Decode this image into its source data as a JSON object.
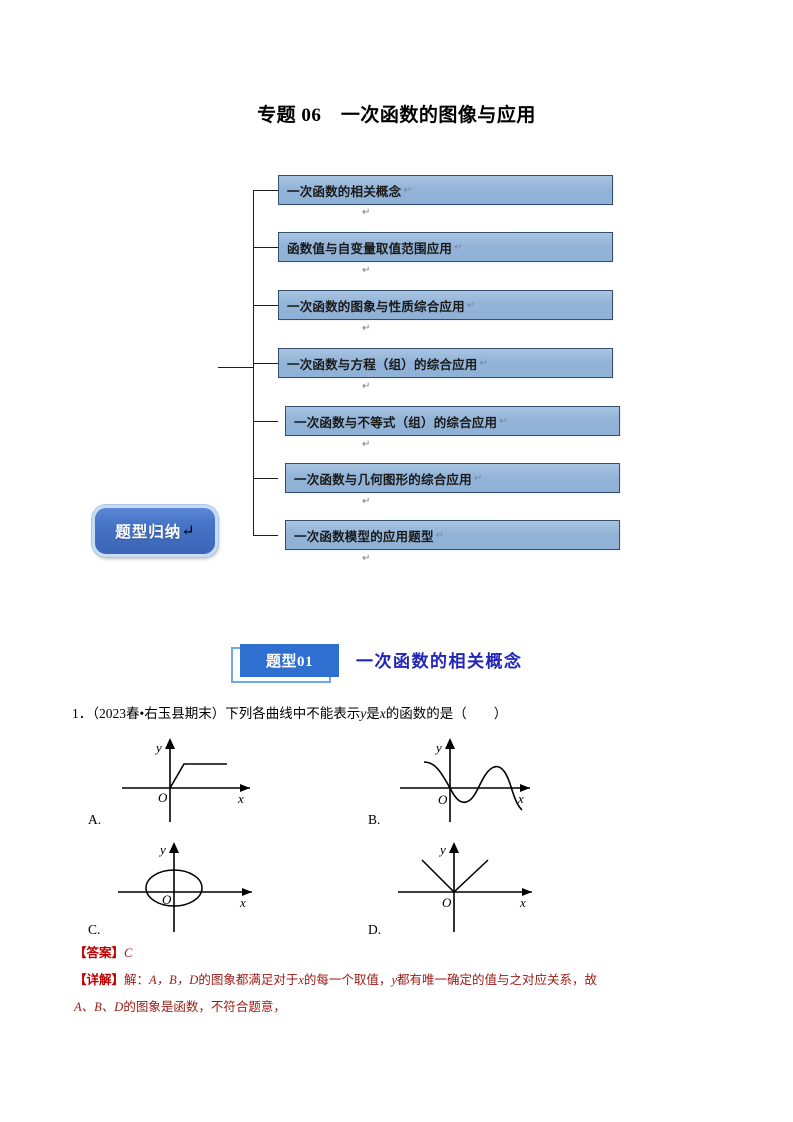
{
  "page": {
    "title": "专题 06　一次函数的图像与应用"
  },
  "diagram": {
    "root": {
      "label": "题型归纳",
      "pilcrow": "↵",
      "fill": "#4472c4",
      "border": "#c9dcf2"
    },
    "box_fill": "#93b4d8",
    "box_border": "#35506e",
    "pilcrow": "↵",
    "branches": [
      {
        "label": "一次函数的相关概念"
      },
      {
        "label": "函数值与自变量取值范围应用"
      },
      {
        "label": "一次函数的图象与性质综合应用"
      },
      {
        "label": "一次函数与方程（组）的综合应用"
      },
      {
        "label": "一次函数与不等式（组）的综合应用"
      },
      {
        "label": "一次函数与几何图形的综合应用"
      },
      {
        "label": "一次函数模型的应用题型"
      }
    ]
  },
  "section": {
    "badge": "题型01",
    "title": "一次函数的相关概念",
    "badge_fill": "#2f6fd0",
    "badge_frame": "#6fa8e8",
    "title_color": "#2125b8"
  },
  "question": {
    "number": "1",
    "source": "（2023春•右玉县期末）",
    "text_before": "下列各曲线中不能表示",
    "var_y": "y",
    "text_mid": "是",
    "var_x": "x",
    "text_after": "的函数的是（　　）",
    "full": "1．（2023春•右玉县期末）下列各曲线中不能表示 y 是 x 的函数的是（　　）",
    "options": [
      {
        "label": "A.",
        "axis_x": "x",
        "axis_y": "y",
        "origin": "O",
        "graph": "piecewise-rising-then-flat"
      },
      {
        "label": "B.",
        "axis_x": "x",
        "axis_y": "y",
        "origin": "O",
        "graph": "wavy-sine-curve"
      },
      {
        "label": "C.",
        "axis_x": "x",
        "axis_y": "y",
        "origin": "O",
        "graph": "ellipse-at-origin"
      },
      {
        "label": "D.",
        "axis_x": "x",
        "axis_y": "y",
        "origin": "O",
        "graph": "v-shape-upward"
      }
    ]
  },
  "answer": {
    "answer_tag": "【答案】",
    "answer_value": "C",
    "detail_tag": "【详解】",
    "detail_line1_a": "解：",
    "detail_line1_vars": "A，B，D",
    "detail_line1_b": "的图象都满足对于",
    "detail_line1_x": "x",
    "detail_line1_c": "的每一个取值，",
    "detail_line1_y": "y",
    "detail_line1_d": "都有唯一确定的值与之对应关系，故",
    "detail_line2_vars": "A、B、D",
    "detail_line2_b": "的图象是函数，不符合题意，",
    "text_color": "#9c1a14"
  }
}
